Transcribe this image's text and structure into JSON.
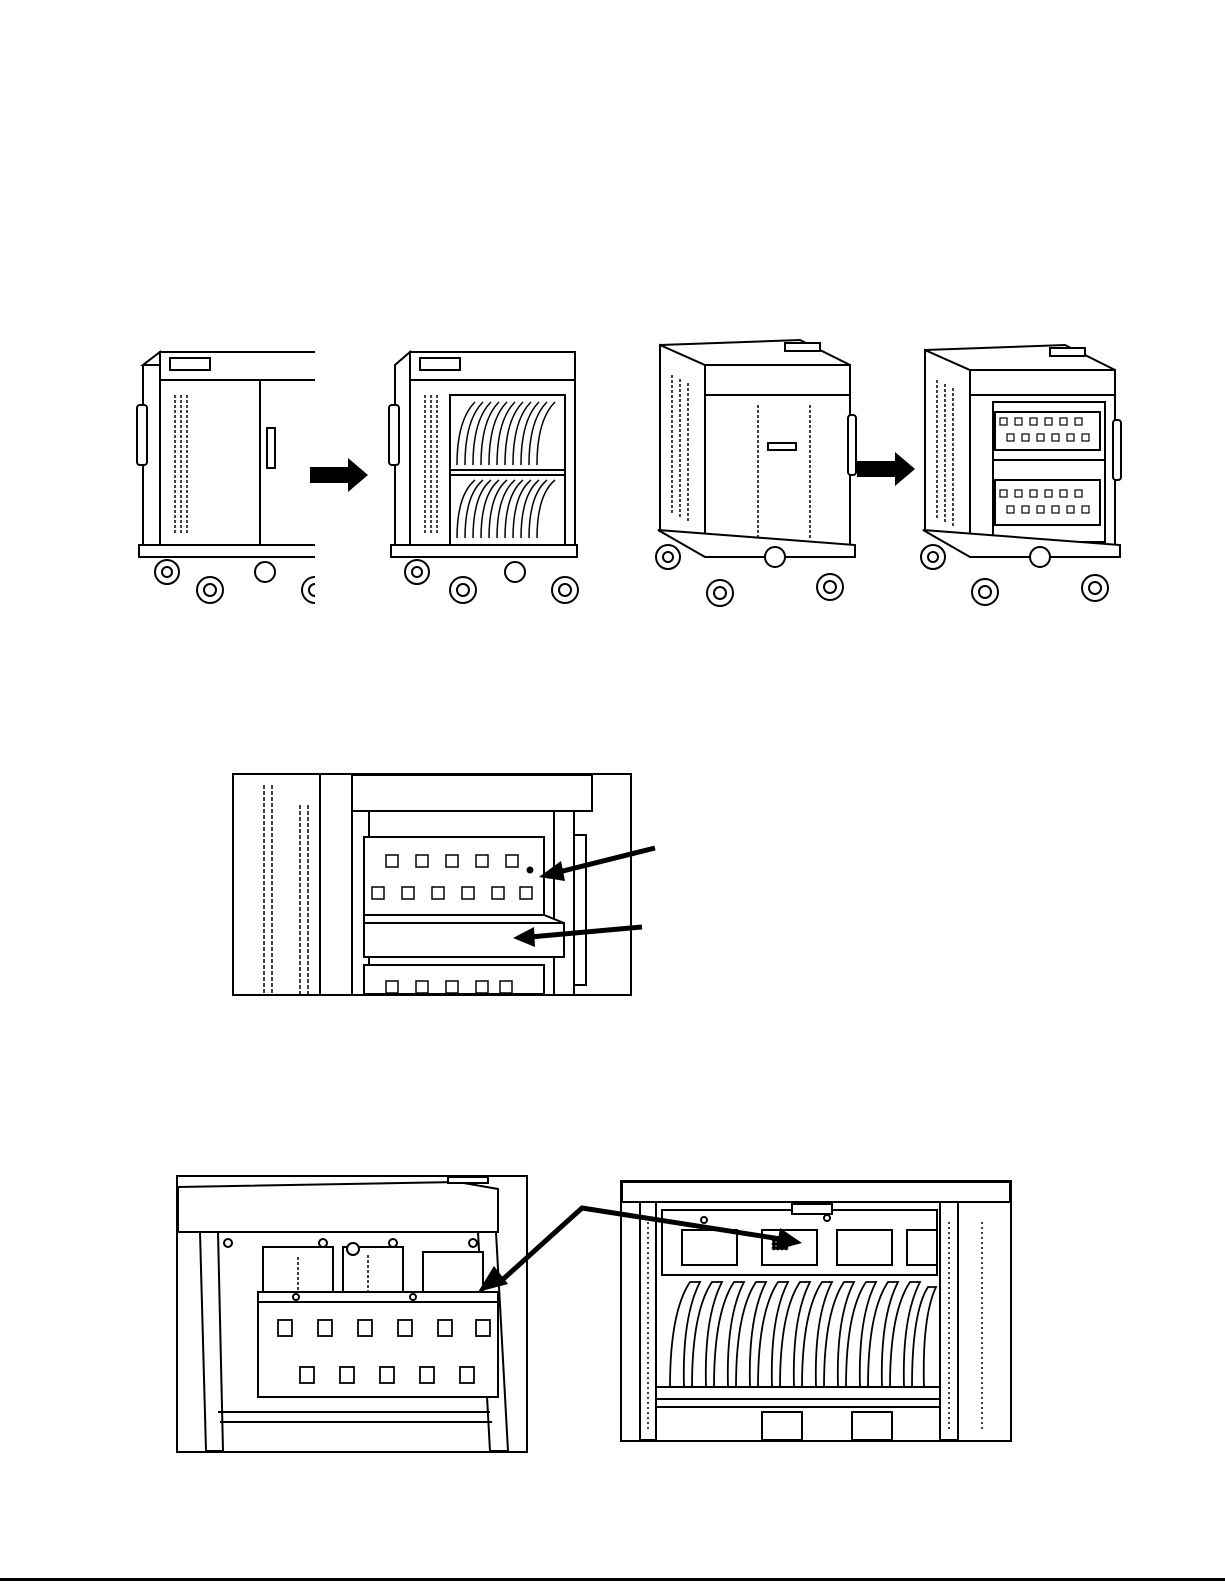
{
  "page": {
    "background": "#ffffff",
    "ink": "#000000"
  },
  "figures": {
    "row1": {
      "front_cart_closed": "cart-front-closed",
      "front_cart_open": "cart-front-open-laptop-slots",
      "rear_cart_closed": "cart-rear-closed",
      "rear_cart_open": "cart-rear-open-outlets",
      "arrow_icon": "arrow-right-icon"
    },
    "row2": {
      "detail": "outlet-panel-detail",
      "arrow_icon": "arrow-left-icon"
    },
    "row3": {
      "left_detail": "outlet-panel-closeup",
      "right_detail": "laptop-dividers-closeup",
      "arrow_icon": "arrow-pointer-icon"
    }
  }
}
